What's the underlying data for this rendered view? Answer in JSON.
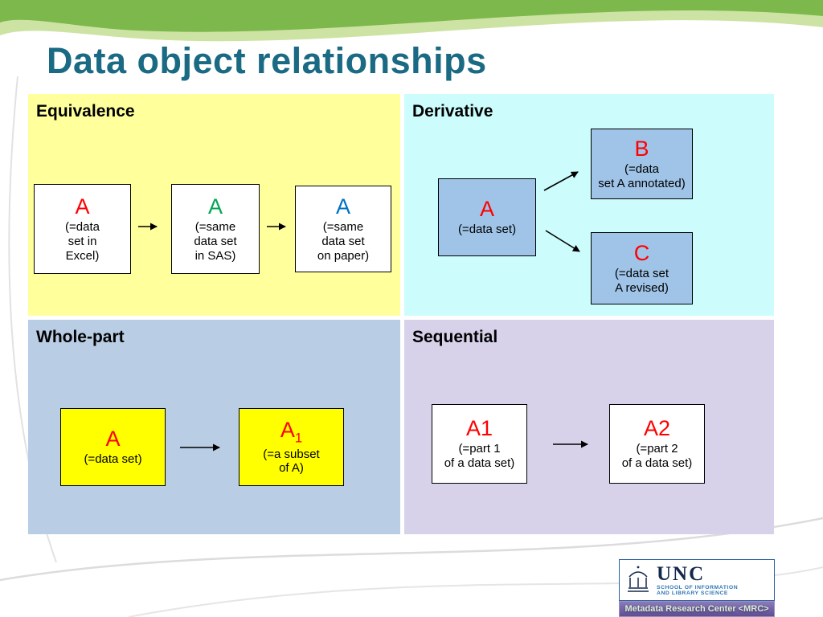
{
  "slide": {
    "title": "Data object relationships"
  },
  "quadrants": {
    "equivalence": {
      "heading": "Equivalence",
      "bg": "#ffff9c",
      "boxes": [
        {
          "label": "A",
          "color": "#ff0000",
          "desc": "(=data\nset in\nExcel)"
        },
        {
          "label": "A",
          "color": "#00a651",
          "desc": "(=same\ndata set\nin SAS)"
        },
        {
          "label": "A",
          "color": "#0070c0",
          "desc": "(=same\ndata set\non paper)"
        }
      ]
    },
    "derivative": {
      "heading": "Derivative",
      "bg": "#ccfcfc",
      "box_bg": "#9fc4e8",
      "source": {
        "label": "A",
        "color": "#ff0000",
        "desc": "(=data set)"
      },
      "targets": [
        {
          "label": "B",
          "color": "#ff0000",
          "desc": "(=data\nset A annotated)"
        },
        {
          "label": "C",
          "color": "#ff0000",
          "desc": "(=data set\nA revised)"
        }
      ]
    },
    "whole_part": {
      "heading": "Whole-part",
      "bg": "#b9cde5",
      "box_bg": "#ffff00",
      "boxes": [
        {
          "label": "A",
          "color": "#ff0000",
          "desc": "(=data set)"
        },
        {
          "label": "A",
          "sub": "1",
          "color": "#ff0000",
          "desc": "(=a subset\nof A)"
        }
      ]
    },
    "sequential": {
      "heading": "Sequential",
      "bg": "#d7d1ea",
      "boxes": [
        {
          "label": "A1",
          "color": "#ff0000",
          "desc": "(=part 1\nof a data set)"
        },
        {
          "label": "A2",
          "color": "#ff0000",
          "desc": "(=part 2\nof a data set)"
        }
      ]
    }
  },
  "footer": {
    "unc_wordmark": "UNC",
    "school_line1": "SCHOOL OF INFORMATION",
    "school_line2": "AND LIBRARY SCIENCE",
    "badge_text": "Metadata Research Center <MRC>"
  },
  "colors": {
    "title": "#1a6a84",
    "wave_green_dark": "#7db84c",
    "wave_green_light": "#cde3a4"
  }
}
